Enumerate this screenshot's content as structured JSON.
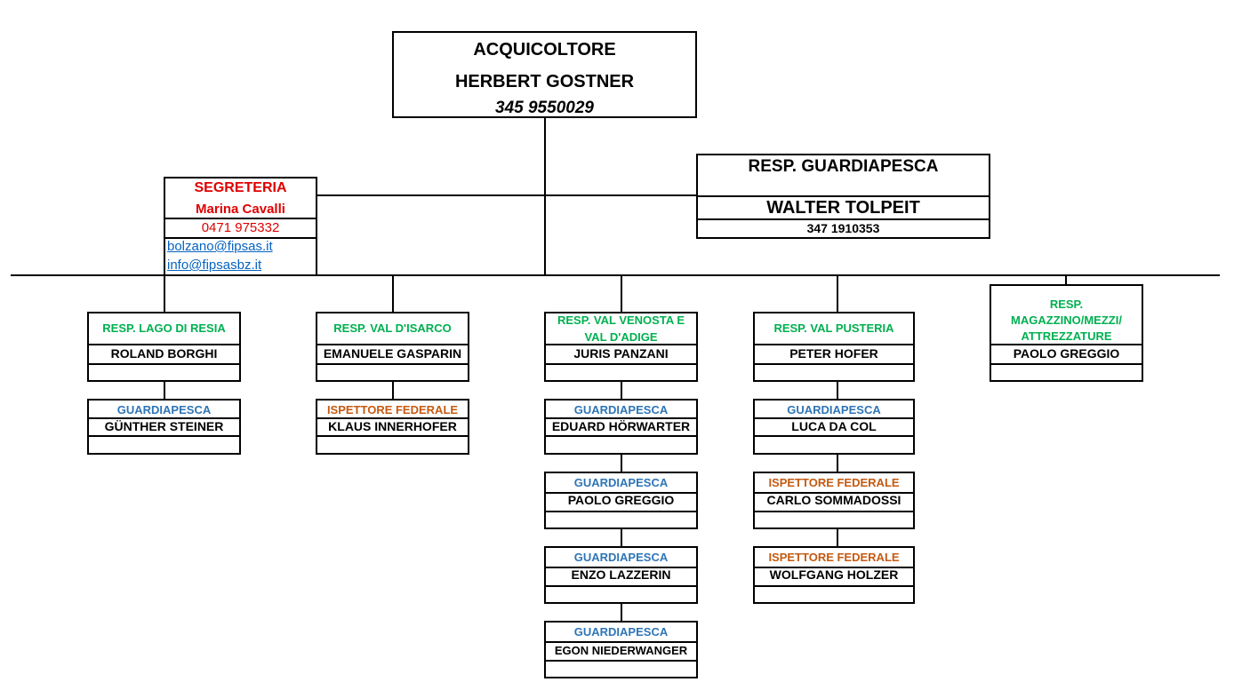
{
  "top": {
    "role": "ACQUICOLTORE",
    "name": "HERBERT GOSTNER",
    "phone": "345 9550029"
  },
  "segreteria": {
    "title": "SEGRETERIA",
    "name": "Marina Cavalli",
    "phone": "0471 975332",
    "email1": "bolzano@fipsas.it",
    "email2": "info@fipsasbz.it"
  },
  "guardiapesca_head": {
    "title": "RESP. GUARDIAPESCA",
    "name": "WALTER TOLPEIT",
    "phone": "347 1910353"
  },
  "areas": [
    {
      "title": "RESP. LAGO DI RESIA",
      "name": "ROLAND BORGHI"
    },
    {
      "title": "RESP. VAL D'ISARCO",
      "name": "EMANUELE GASPARIN"
    },
    {
      "title1": "RESP. VAL VENOSTA E",
      "title2": "VAL D'ADIGE",
      "name": "JURIS PANZANI"
    },
    {
      "title": "RESP. VAL PUSTERIA",
      "name": "PETER HOFER"
    },
    {
      "title1": "RESP.",
      "title2": "MAGAZZINO/MEZZI/",
      "title3": "ATTREZZATURE",
      "name": "PAOLO GREGGIO"
    }
  ],
  "staff": {
    "resia": [
      {
        "role": "GUARDIAPESCA",
        "name": "GÜNTHER STEINER"
      }
    ],
    "isarco": [
      {
        "role": "ISPETTORE FEDERALE",
        "name": "KLAUS INNERHOFER"
      }
    ],
    "venosta": [
      {
        "role": "GUARDIAPESCA",
        "name": "EDUARD HÖRWARTER"
      },
      {
        "role": "GUARDIAPESCA",
        "name": "PAOLO GREGGIO"
      },
      {
        "role": "GUARDIAPESCA",
        "name": "ENZO LAZZERIN"
      },
      {
        "role": "GUARDIAPESCA",
        "name": "EGON NIEDERWANGER"
      }
    ],
    "pusteria": [
      {
        "role": "GUARDIAPESCA",
        "name": "LUCA DA COL"
      },
      {
        "role": "ISPETTORE FEDERALE",
        "name": "CARLO SOMMADOSSI"
      },
      {
        "role": "ISPETTORE FEDERALE",
        "name": "WOLFGANG HOLZER"
      }
    ]
  },
  "colors": {
    "area_title": "#00b050",
    "guardiapesca": "#2e75b6",
    "ispettore": "#c55a11",
    "segreteria": "#e00000",
    "link": "#0563c1"
  }
}
